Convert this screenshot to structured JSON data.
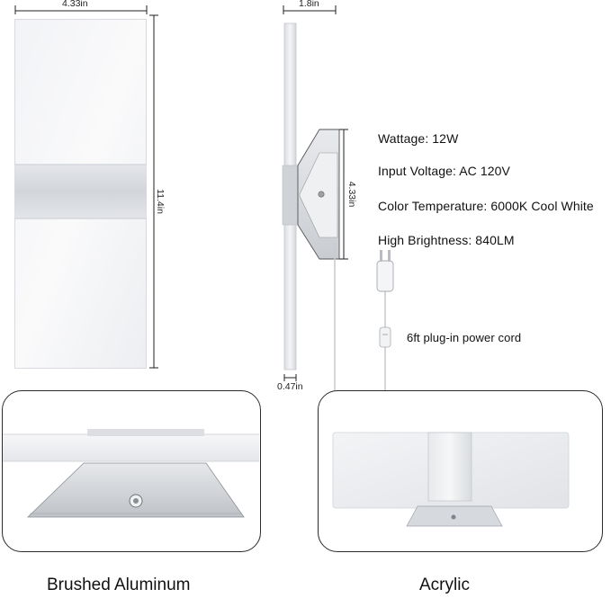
{
  "dimensions": {
    "width": "4.33in",
    "depth": "1.8in",
    "height": "11.4in",
    "mount_height": "4.33in",
    "thickness": "0.47in"
  },
  "specs": {
    "wattage": "Wattage: 12W",
    "voltage": "Input Voltage: AC 120V",
    "color_temp": "Color Temperature: 6000K Cool White",
    "brightness": "High Brightness: 840LM"
  },
  "cord_label": "6ft plug-in power cord",
  "panels": {
    "left_caption": "Brushed Aluminum",
    "right_caption": "Acrylic"
  },
  "colors": {
    "acrylic": "#f5f5f7",
    "aluminum": "#d9dbdf",
    "outline": "#2a2a2a"
  }
}
